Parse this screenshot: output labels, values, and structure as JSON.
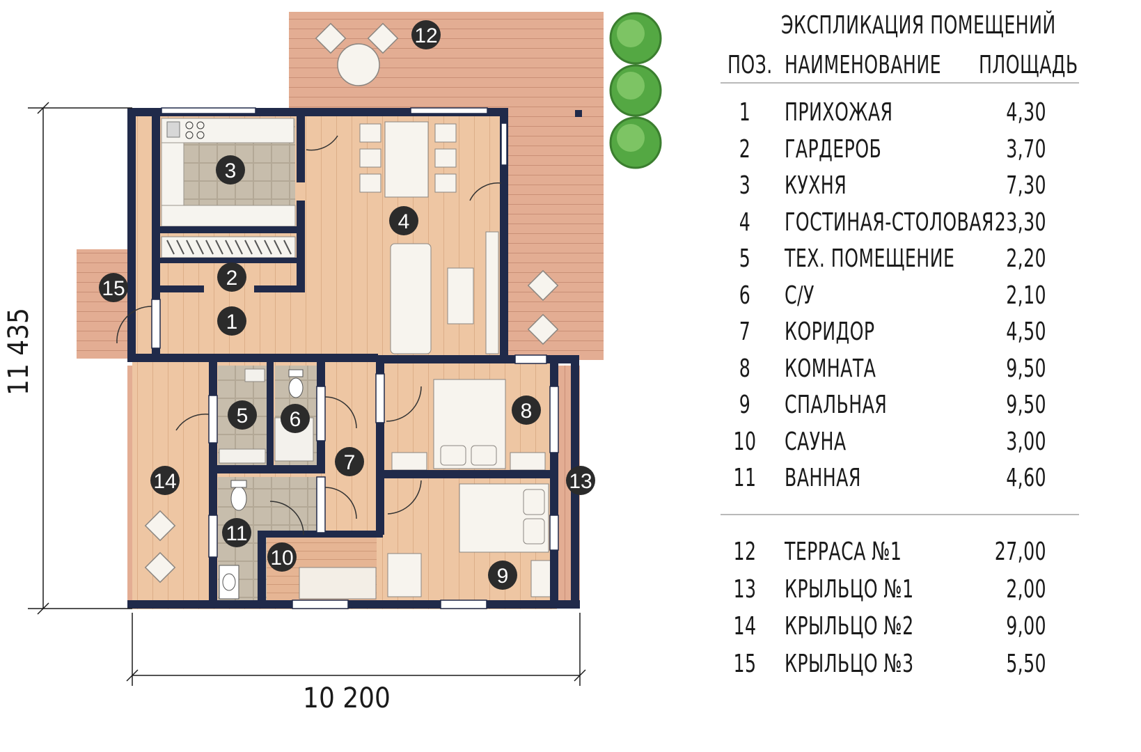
{
  "dimensions": {
    "width_label": "10 200",
    "height_label": "11 435"
  },
  "room_badges": [
    "1",
    "2",
    "3",
    "4",
    "5",
    "6",
    "7",
    "8",
    "9",
    "10",
    "11",
    "12",
    "13",
    "14",
    "15"
  ],
  "explication": {
    "title": "ЭКСПЛИКАЦИЯ ПОМЕЩЕНИЙ",
    "headers": {
      "pos": "ПОЗ.",
      "name": "НАИМЕНОВАНИЕ",
      "area": "ПЛОЩАДЬ"
    },
    "rooms": [
      {
        "pos": "1",
        "name": "ПРИХОЖАЯ",
        "area": "4,30"
      },
      {
        "pos": "2",
        "name": "ГАРДЕРОБ",
        "area": "3,70"
      },
      {
        "pos": "3",
        "name": "КУХНЯ",
        "area": "7,30"
      },
      {
        "pos": "4",
        "name": "ГОСТИНАЯ-СТОЛОВАЯ",
        "area": "23,30"
      },
      {
        "pos": "5",
        "name": "ТЕХ. ПОМЕЩЕНИЕ",
        "area": "2,20"
      },
      {
        "pos": "6",
        "name": "С/У",
        "area": "2,10"
      },
      {
        "pos": "7",
        "name": "КОРИДОР",
        "area": "4,50"
      },
      {
        "pos": "8",
        "name": "КОМНАТА",
        "area": "9,50"
      },
      {
        "pos": "9",
        "name": "СПАЛЬНАЯ",
        "area": "9,50"
      },
      {
        "pos": "10",
        "name": "САУНА",
        "area": "3,00"
      },
      {
        "pos": "11",
        "name": "ВАННАЯ",
        "area": "4,60"
      }
    ],
    "outdoor": [
      {
        "pos": "12",
        "name": "ТЕРРАСА №1",
        "area": "27,00"
      },
      {
        "pos": "13",
        "name": "КРЫЛЬЦО №1",
        "area": "2,00"
      },
      {
        "pos": "14",
        "name": "КРЫЛЬЦО №2",
        "area": "9,00"
      },
      {
        "pos": "15",
        "name": "КРЫЛЬЦО №3",
        "area": "5,50"
      }
    ]
  },
  "colors": {
    "wall": "#202a4a",
    "deck": "#e2ac92",
    "floor_wood": "#edc4a1",
    "tile": "#c4b9a8",
    "badge": "#2b2b2b",
    "tree": "#5cae49"
  }
}
